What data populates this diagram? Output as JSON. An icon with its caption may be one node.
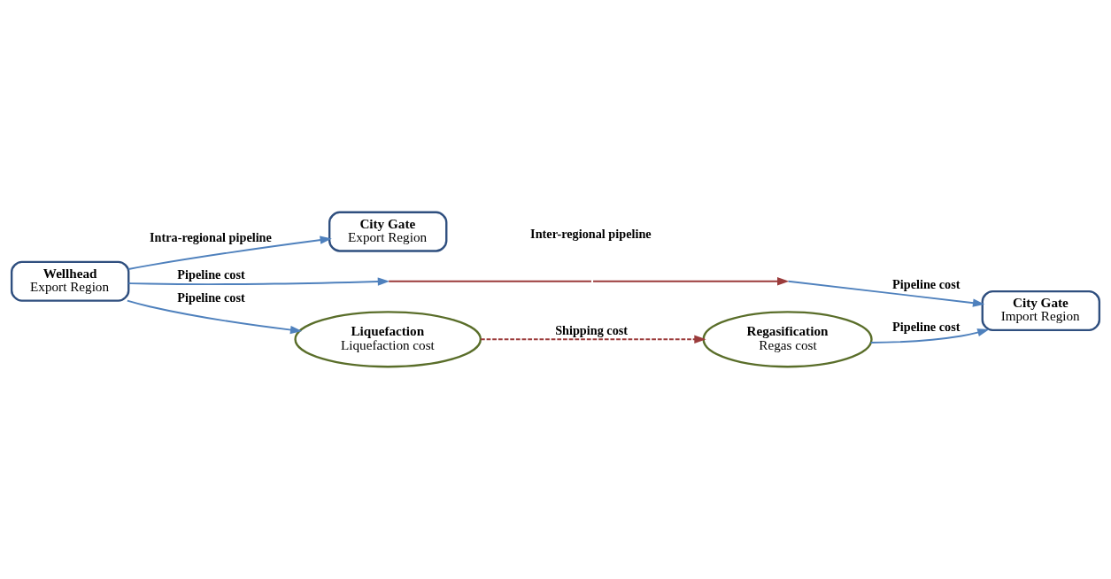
{
  "diagram": {
    "nodes": [
      {
        "text": [
          "City Gate",
          "Export Region"
        ]
      },
      {
        "text": [
          "Wellhead",
          "Export Region"
        ]
      },
      {
        "text": [
          "City Gate",
          "Import Region"
        ]
      },
      {
        "text": [
          "Liquefaction",
          "Liquefaction cost"
        ]
      },
      {
        "text": [
          "Regasification",
          "Regas cost"
        ]
      }
    ],
    "edges": [
      {
        "from": 1,
        "to": 0,
        "arrow": "to",
        "label": "Intra-regional pipeline"
      },
      {
        "from": 1,
        "to": null,
        "arrow": "to",
        "label": "Pipeline cost"
      },
      {
        "from": null,
        "to": 2,
        "arrow": "to",
        "label": "Pipeline cost"
      },
      {
        "from": 1,
        "to": 3,
        "arrow": "to",
        "label": "Pipeline cost"
      },
      {
        "from": 3,
        "to": 4,
        "arrow": "to",
        "label": "Shipping cost",
        "style": "dashed",
        "color": "#9b3b3b"
      },
      {
        "from": 4,
        "to": 2,
        "arrow": "to",
        "label": "Pipeline cost"
      }
    ],
    "labels": [
      "Inter-regional pipeline"
    ]
  }
}
